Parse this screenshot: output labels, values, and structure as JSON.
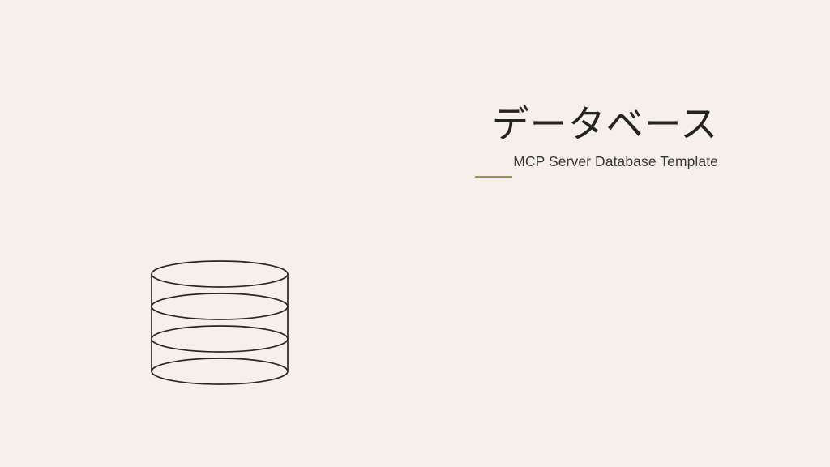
{
  "slide": {
    "background_color": "#F5F1EA",
    "layout": "title-slide-right-aligned-text-with-left-illustration"
  },
  "title_block": {
    "title": "データベース",
    "title_color": "#26231E",
    "subtitle": "MCP Server Database Template",
    "subtitle_color": "#3A3631",
    "accent_rule_color": "#9A9354"
  },
  "illustration": {
    "icon_name": "database-cylinder-icon",
    "stroke_color": "#2B2722",
    "disc_count": 4,
    "caption": ""
  }
}
